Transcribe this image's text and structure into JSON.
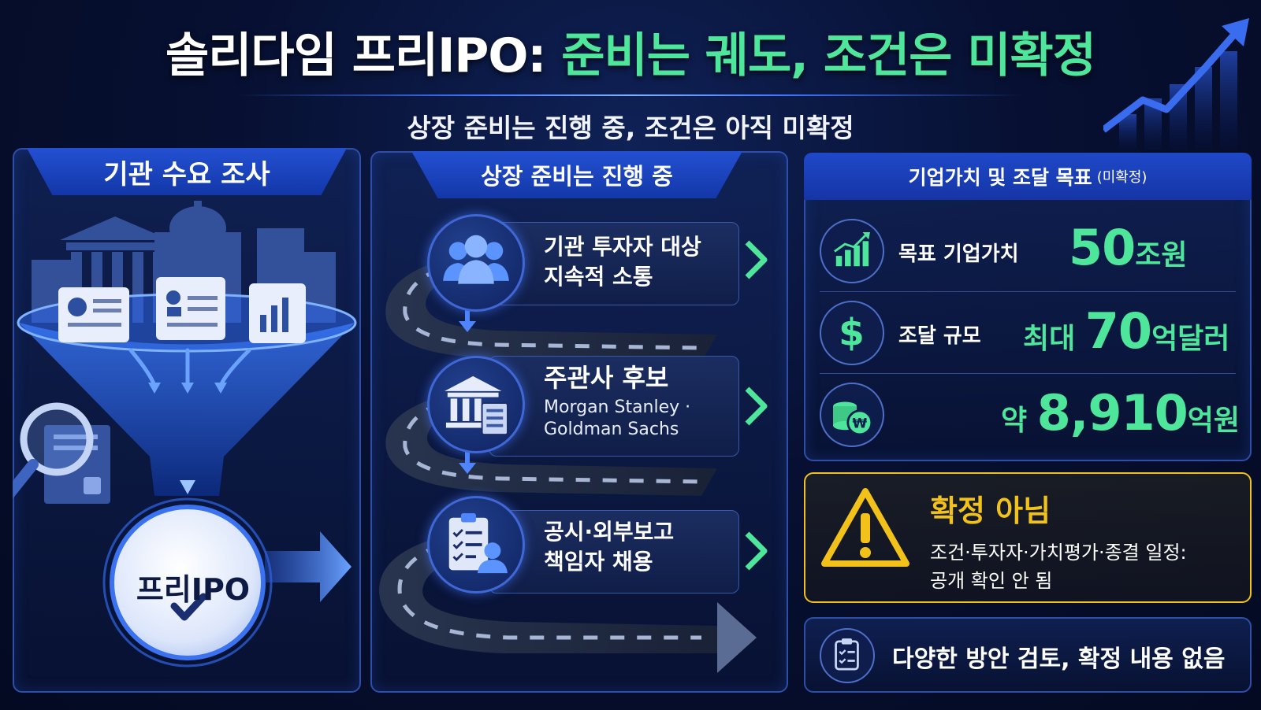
{
  "header": {
    "title_plain": "솔리다임 프리IPO: ",
    "title_highlight": "준비는 궤도, 조건은 미확정",
    "subtitle": "상장 준비는 진행 중, 조건은 아직 미확정"
  },
  "left_panel": {
    "tab_label": "기관 수요 조사",
    "funnel_label": "프리IPO"
  },
  "middle_panel": {
    "tab_label": "상장 준비는 진행 중",
    "steps": [
      {
        "icon": "investors-icon",
        "line1": "기관 투자자 대상",
        "line2": "지속적 소통"
      },
      {
        "icon": "bank-document-icon",
        "title": "주관사 후보",
        "sub1": "Morgan Stanley ·",
        "sub2": "Goldman Sachs"
      },
      {
        "icon": "checklist-person-icon",
        "line1": "공시·외부보고",
        "line2": "책임자 채용"
      }
    ]
  },
  "right_panel": {
    "tab_label": "기업가치 및 조달 목표",
    "tab_note": "(미확정)",
    "metrics": [
      {
        "icon": "growth-chart-icon",
        "label": "목표 기업가치",
        "prefix": "",
        "value": "50",
        "unit": "조원"
      },
      {
        "icon": "dollar-icon",
        "label": "조달 규모",
        "prefix": "최대 ",
        "value": "70",
        "unit": "억달러"
      },
      {
        "icon": "won-coins-icon",
        "label": "",
        "prefix": "약 ",
        "value": "8,910",
        "unit": "억원"
      }
    ]
  },
  "warning": {
    "title": "확정 아님",
    "line1": "조건·투자자·가치평가·종결 일정:",
    "line2": "공개 확인 안 됨"
  },
  "note": {
    "text": "다양한 방안 검토, 확정 내용 없음"
  },
  "colors": {
    "accent_green": "#4ee69a",
    "accent_blue": "#2350d2",
    "warning_yellow": "#f2c21a",
    "background": "#071032"
  }
}
